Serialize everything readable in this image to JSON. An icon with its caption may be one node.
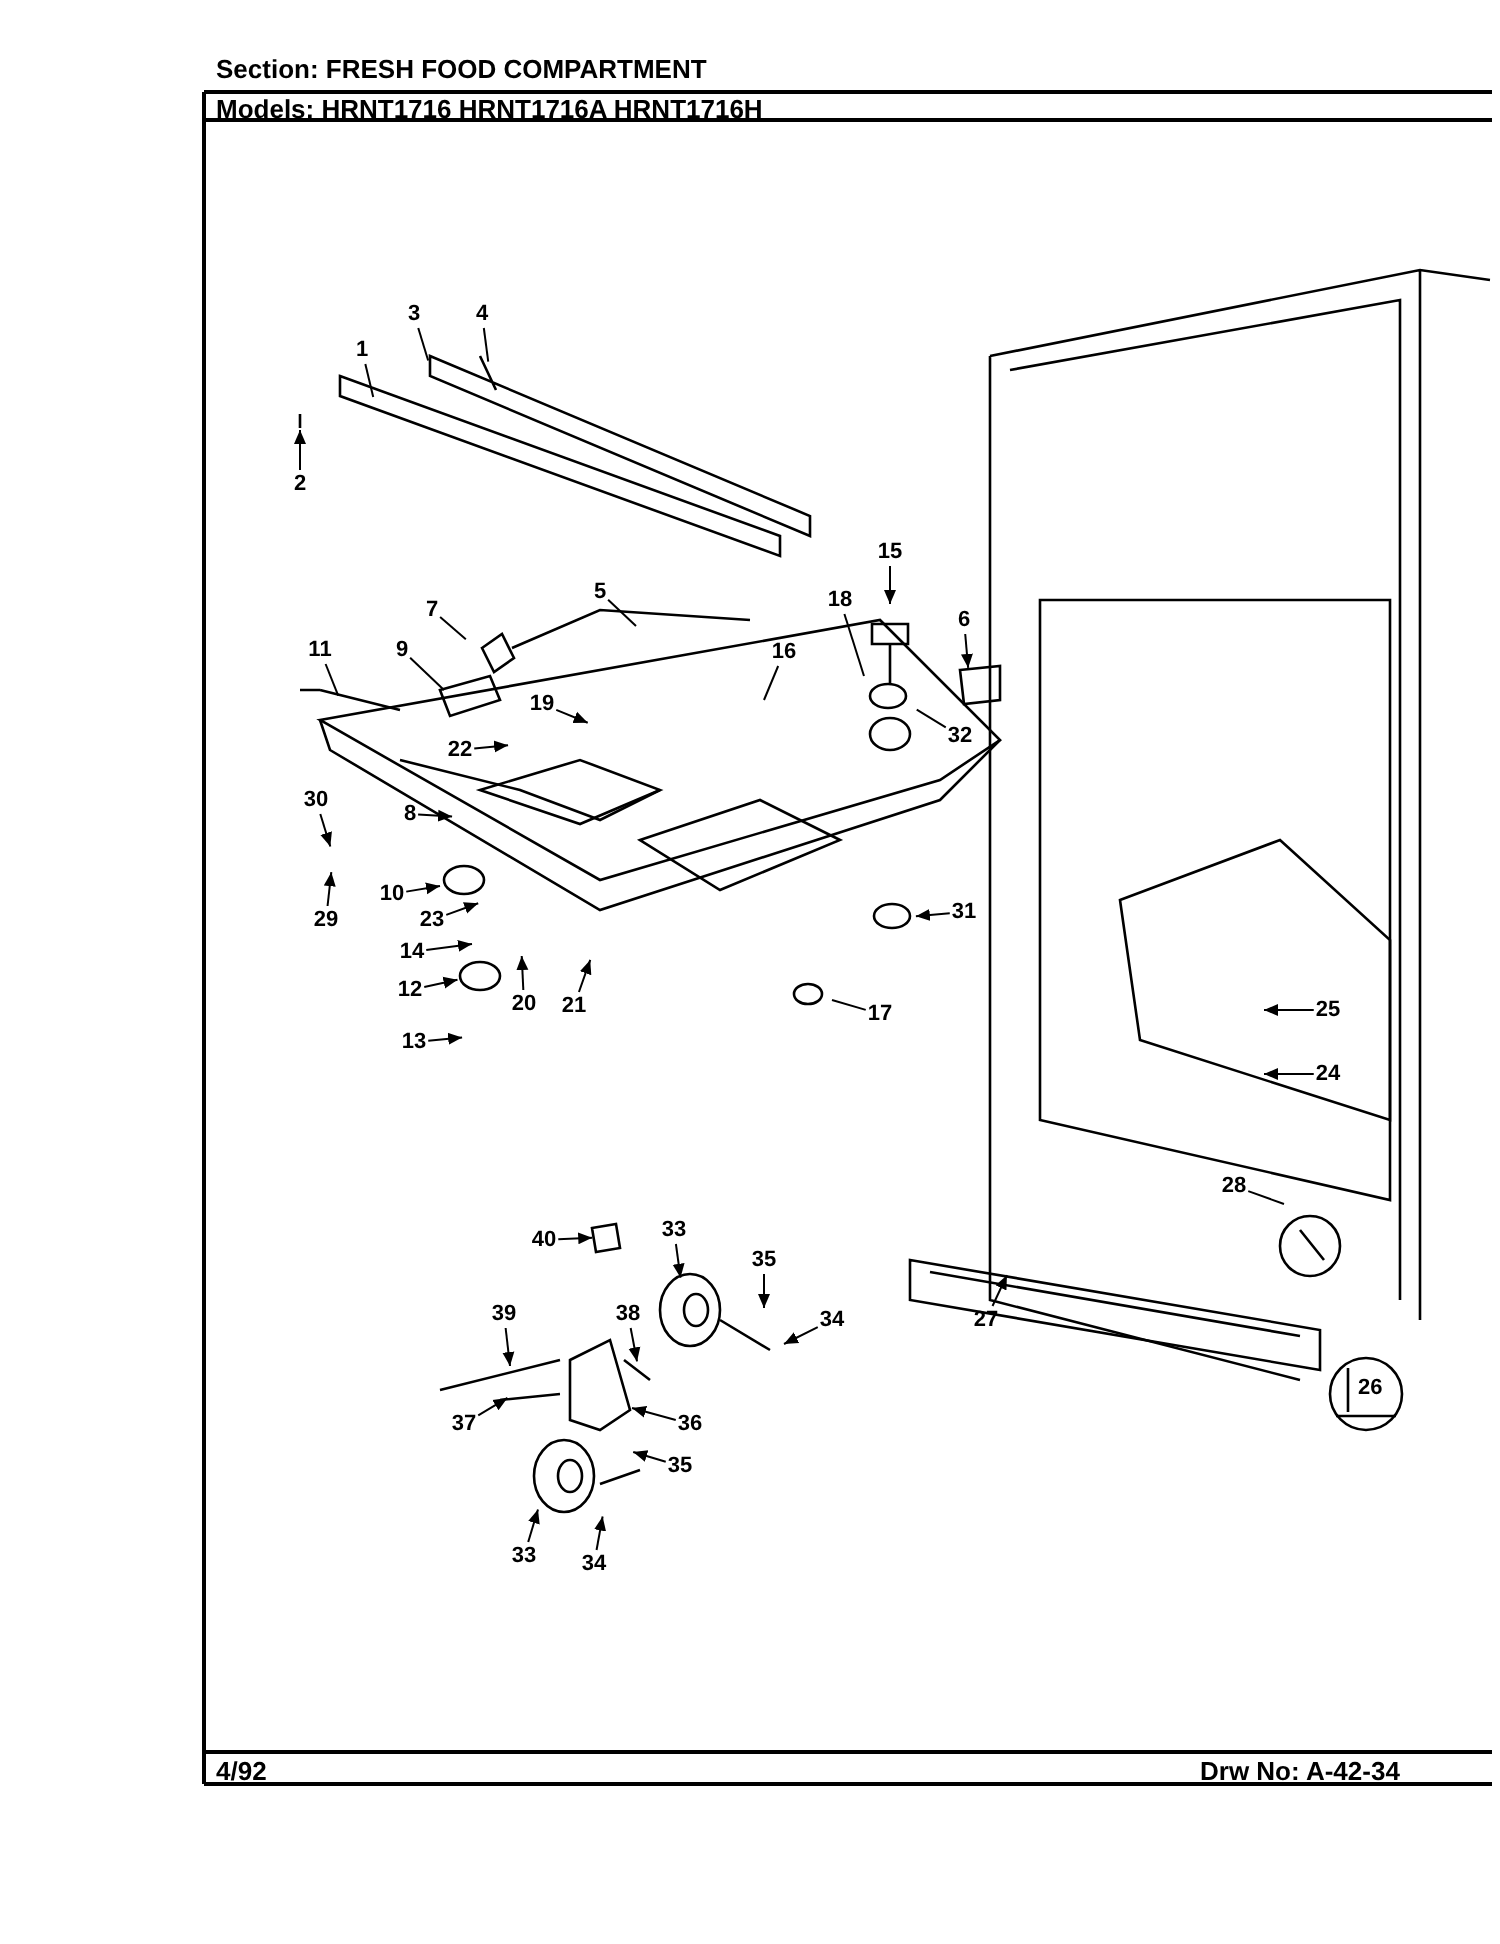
{
  "diagram": {
    "title": "Section: FRESH FOOD COMPARTMENT",
    "nodes": [
      {
        "text": [
          "1"
        ]
      },
      {
        "text": [
          "2"
        ]
      },
      {
        "text": [
          "3"
        ]
      },
      {
        "text": [
          "4"
        ]
      },
      {
        "text": [
          "5"
        ]
      },
      {
        "text": [
          "6"
        ]
      },
      {
        "text": [
          "7"
        ]
      },
      {
        "text": [
          "8"
        ]
      },
      {
        "text": [
          "9"
        ]
      },
      {
        "text": [
          "10"
        ]
      },
      {
        "text": [
          "11"
        ]
      },
      {
        "text": [
          "12"
        ]
      },
      {
        "text": [
          "13"
        ]
      },
      {
        "text": [
          "14"
        ]
      },
      {
        "text": [
          "15"
        ]
      },
      {
        "text": [
          "16"
        ]
      },
      {
        "text": [
          "17"
        ]
      },
      {
        "text": [
          "18"
        ]
      },
      {
        "text": [
          "19"
        ]
      },
      {
        "text": [
          "20"
        ]
      },
      {
        "text": [
          "21"
        ]
      },
      {
        "text": [
          "22"
        ]
      },
      {
        "text": [
          "23"
        ]
      },
      {
        "text": [
          "24"
        ]
      },
      {
        "text": [
          "25"
        ]
      },
      {
        "text": [
          "27"
        ]
      },
      {
        "text": [
          "28"
        ]
      },
      {
        "text": [
          "29"
        ]
      },
      {
        "text": [
          "30"
        ]
      },
      {
        "text": [
          "31"
        ]
      },
      {
        "text": [
          "32"
        ]
      },
      {
        "text": [
          "33"
        ]
      },
      {
        "text": [
          "33"
        ]
      },
      {
        "text": [
          "34"
        ]
      },
      {
        "text": [
          "34"
        ]
      },
      {
        "text": [
          "35"
        ]
      },
      {
        "text": [
          "35"
        ]
      },
      {
        "text": [
          "36"
        ]
      },
      {
        "text": [
          "37"
        ]
      },
      {
        "text": [
          "38"
        ]
      },
      {
        "text": [
          "39"
        ]
      },
      {
        "text": [
          "40"
        ]
      }
    ],
    "edges": [
      {
        "from": 0,
        "to": null,
        "arrow": "none"
      },
      {
        "from": 1,
        "to": null,
        "arrow": "to"
      },
      {
        "from": 2,
        "to": null,
        "arrow": "none"
      },
      {
        "from": 3,
        "to": null,
        "arrow": "none"
      },
      {
        "from": 4,
        "to": null,
        "arrow": "none"
      },
      {
        "from": 5,
        "to": null,
        "arrow": "to"
      },
      {
        "from": 6,
        "to": null,
        "arrow": "none"
      },
      {
        "from": 7,
        "to": null,
        "arrow": "to"
      },
      {
        "from": 8,
        "to": null,
        "arrow": "none"
      },
      {
        "from": 9,
        "to": null,
        "arrow": "to"
      },
      {
        "from": 10,
        "to": null,
        "arrow": "none"
      },
      {
        "from": 11,
        "to": null,
        "arrow": "to"
      },
      {
        "from": 12,
        "to": null,
        "arrow": "to"
      },
      {
        "from": 13,
        "to": null,
        "arrow": "to"
      },
      {
        "from": 14,
        "to": null,
        "arrow": "to"
      },
      {
        "from": 15,
        "to": null,
        "arrow": "none"
      },
      {
        "from": 16,
        "to": null,
        "arrow": "none"
      },
      {
        "from": 17,
        "to": null,
        "arrow": "none"
      },
      {
        "from": 18,
        "to": null,
        "arrow": "to"
      },
      {
        "from": 19,
        "to": null,
        "arrow": "to"
      },
      {
        "from": 20,
        "to": null,
        "arrow": "to"
      },
      {
        "from": 21,
        "to": null,
        "arrow": "to"
      },
      {
        "from": 22,
        "to": null,
        "arrow": "to"
      },
      {
        "from": 23,
        "to": null,
        "arrow": "to"
      },
      {
        "from": 24,
        "to": null,
        "arrow": "to"
      },
      {
        "from": 25,
        "to": null,
        "arrow": "to"
      },
      {
        "from": 26,
        "to": null,
        "arrow": "none"
      },
      {
        "from": 27,
        "to": null,
        "arrow": "to"
      },
      {
        "from": 28,
        "to": null,
        "arrow": "to"
      },
      {
        "from": 29,
        "to": null,
        "arrow": "to"
      },
      {
        "from": 30,
        "to": null,
        "arrow": "none"
      },
      {
        "from": 31,
        "to": null,
        "arrow": "to"
      },
      {
        "from": 32,
        "to": null,
        "arrow": "to"
      },
      {
        "from": 33,
        "to": null,
        "arrow": "to"
      },
      {
        "from": 34,
        "to": null,
        "arrow": "to"
      },
      {
        "from": 35,
        "to": null,
        "arrow": "to"
      },
      {
        "from": 36,
        "to": null,
        "arrow": "to"
      },
      {
        "from": 37,
        "to": null,
        "arrow": "to"
      },
      {
        "from": 38,
        "to": null,
        "arrow": "to"
      },
      {
        "from": 39,
        "to": null,
        "arrow": "to"
      },
      {
        "from": 40,
        "to": null,
        "arrow": "to"
      },
      {
        "from": 41,
        "to": null,
        "arrow": "to"
      }
    ],
    "labels": [
      "Models: HRNT1716 HRNT1716A HRNT1716H",
      "26",
      "4/92",
      "Drw No: A-42-34"
    ]
  }
}
